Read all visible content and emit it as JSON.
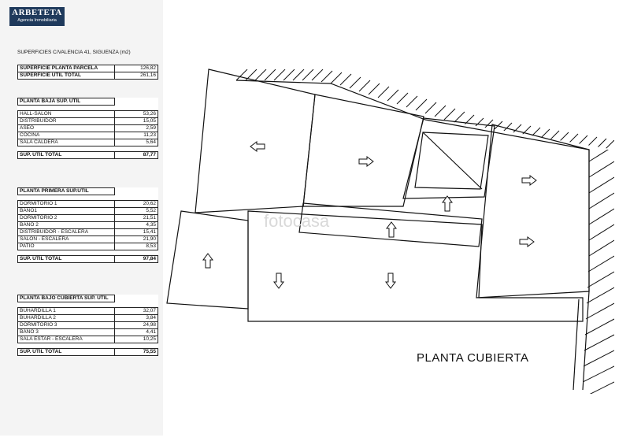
{
  "logo": {
    "name": "ARBETETA",
    "subtitle": "Agencia Inmobiliaria"
  },
  "heading": "SUPERFICIES C/VALENCIA 41, SIGUENZA (m2)",
  "summary": {
    "rows": [
      {
        "label": "SUPERFICIE PLANTA PARCELA",
        "value": "126,82"
      },
      {
        "label": "SUPERFICIE UTIL TOTAL",
        "value": "261,16"
      }
    ]
  },
  "planta_baja": {
    "title": "PLANTA BAJA SUP. UTIL",
    "rows": [
      {
        "label": "HALL-SALON",
        "value": "53,26"
      },
      {
        "label": "DISTRIBUIDOR",
        "value": "15,05"
      },
      {
        "label": "ASEO",
        "value": "2,59"
      },
      {
        "label": "COCINA",
        "value": "11,23"
      },
      {
        "label": "SALA CALDERA",
        "value": "5,64"
      }
    ],
    "total_label": "SUP. UTIL TOTAL",
    "total_value": "87,77"
  },
  "planta_primera": {
    "title": "PLANTA PRIMERA SUP.UTIL",
    "rows": [
      {
        "label": "DORMITORIO 1",
        "value": "20,62"
      },
      {
        "label": "BAÑO1",
        "value": "5,52"
      },
      {
        "label": "DORMITORIO 2",
        "value": "21,51"
      },
      {
        "label": "BAÑO 2",
        "value": "4,35"
      },
      {
        "label": "DISTRIBUIDOR - ESCALERA",
        "value": "15,41"
      },
      {
        "label": "SALON - ESCALERA",
        "value": "21,90"
      },
      {
        "label": "PATIO",
        "value": "8,53"
      }
    ],
    "total_label": "SUP. UTIL TOTAL",
    "total_value": "97,84"
  },
  "planta_bajo_cubierta": {
    "title": "PLANTA BAJO CUBIERTA SUP. UTIL",
    "rows": [
      {
        "label": "BUHARDILLA 1",
        "value": "32,07"
      },
      {
        "label": "BUHARDILLA 2",
        "value": "3,84"
      },
      {
        "label": "DORMITORIO 3",
        "value": "24,98"
      },
      {
        "label": "BAÑO 3",
        "value": "4,41"
      },
      {
        "label": "SALA ESTAR - ESCALERA",
        "value": "10,25"
      }
    ],
    "total_label": "SUP. UTIL TOTAL",
    "total_value": "75,55"
  },
  "plan": {
    "title": "PLANTA CUBIERTA",
    "watermark": "fotocasa"
  }
}
